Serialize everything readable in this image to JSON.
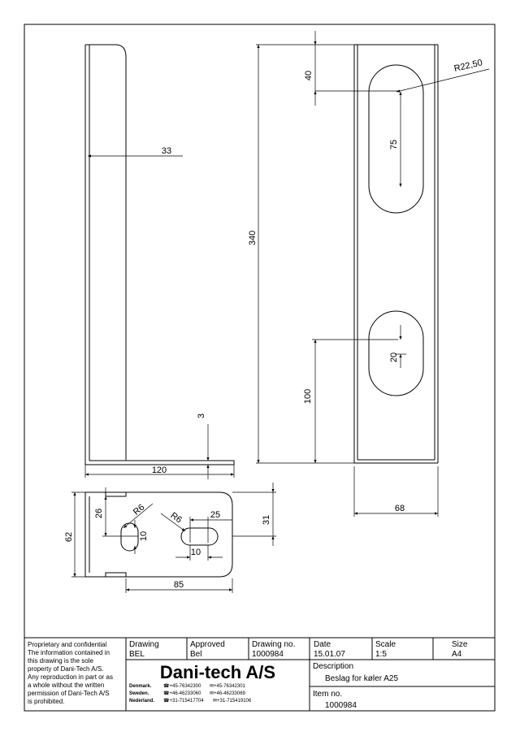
{
  "dimensions": {
    "side_width": "33",
    "side_bottom_length": "120",
    "side_thickness": "3",
    "total_height": "340",
    "top_offset": "40",
    "slot_radius": "R22,50",
    "slot_length": "75",
    "bottom_offset": "100",
    "lower_slot": "20",
    "front_width": "68",
    "base_height": "62",
    "hole_offset_y": "26",
    "hole_radius_left": "R6",
    "hole_radius_right": "R6",
    "hole_height_left": "10",
    "slot_width": "25",
    "slot_height": "10",
    "right_edge_offset": "31",
    "base_width": "85"
  },
  "title_block": {
    "confidential_lines": [
      "Proprietary and confidential",
      "The information contained in",
      "this drawing is the sole",
      "property of Dani-Tech A/S.",
      "Any reproduction in part or as",
      "a whole without the written",
      "permission of Dani-Tech A/S",
      "is prohibited."
    ],
    "drawing_label": "Drawing",
    "drawing_value": "BEL",
    "approved_label": "Approved",
    "approved_value": "Bel",
    "drawing_no_label": "Drawing no.",
    "drawing_no_value": "1000984",
    "date_label": "Date",
    "date_value": "15.01.07",
    "scale_label": "Scale",
    "scale_value": "1:5",
    "size_label": "Size",
    "size_value": "A4",
    "company": "Dani-tech A/S",
    "contacts": [
      {
        "country": "Denmark.",
        "phone": "☎+45-76342300",
        "fax": "✉+45-76342301"
      },
      {
        "country": "Sweden.",
        "phone": "☎+46-46233060",
        "fax": "✉+46-46233069"
      },
      {
        "country": "Nederland.",
        "phone": "☎+31-715417704",
        "fax": "✉+31-715419106"
      }
    ],
    "description_label": "Description",
    "description_value": "Beslag for køler A25",
    "item_label": "Item no.",
    "item_value": "1000984"
  }
}
